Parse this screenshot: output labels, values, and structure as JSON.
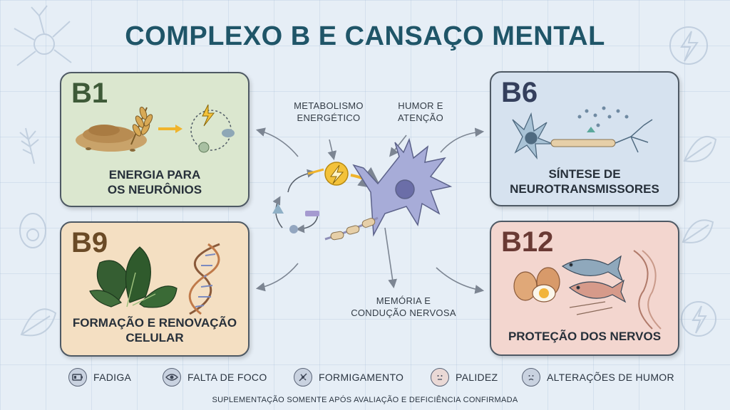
{
  "title": "COMPLEXO B E CANSAÇO MENTAL",
  "cards": {
    "b1": {
      "vitamin": "B1",
      "caption_line1": "ENERGIA PARA",
      "caption_line2": "OS NEURÔNIOS"
    },
    "b6": {
      "vitamin": "B6",
      "caption_line1": "SÍNTESE DE",
      "caption_line2": "NEUROTRANSMISSORES"
    },
    "b9": {
      "vitamin": "B9",
      "caption_line1": "FORMAÇÃO E RENOVAÇÃO",
      "caption_line2": "CELULAR"
    },
    "b12": {
      "vitamin": "B12",
      "caption_line1": "PROTEÇÃO DOS NERVOS"
    }
  },
  "center_labels": {
    "metabolism_line1": "METABOLISMO",
    "metabolism_line2": "ENERGÉTICO",
    "mood_line1": "HUMOR E",
    "mood_line2": "ATENÇÃO",
    "memory_line1": "MEMÓRIA E",
    "memory_line2": "CONDUÇÃO NERVOSA"
  },
  "legend": [
    {
      "label": "FADIGA",
      "icon": "battery-icon"
    },
    {
      "label": "FALTA DE FOCO",
      "icon": "eye-icon"
    },
    {
      "label": "FORMIGAMENTO",
      "icon": "tingling-icon"
    },
    {
      "label": "PALIDEZ",
      "icon": "pale-face-icon"
    },
    {
      "label": "ALTERAÇÕES DE HUMOR",
      "icon": "sad-face-icon"
    }
  ],
  "footer": "SUPLEMENTAÇÃO SOMENTE APÓS AVALIAÇÃO E DEFICIÊNCIA CONFIRMADA",
  "colors": {
    "title": "#1f5568",
    "b1_bg": "#dbe7cf",
    "b6_bg": "#d6e2ef",
    "b9_bg": "#f4dfc2",
    "b12_bg": "#f3d6cf",
    "neuron": "#9aa0cf",
    "energy": "#f3c23a"
  }
}
